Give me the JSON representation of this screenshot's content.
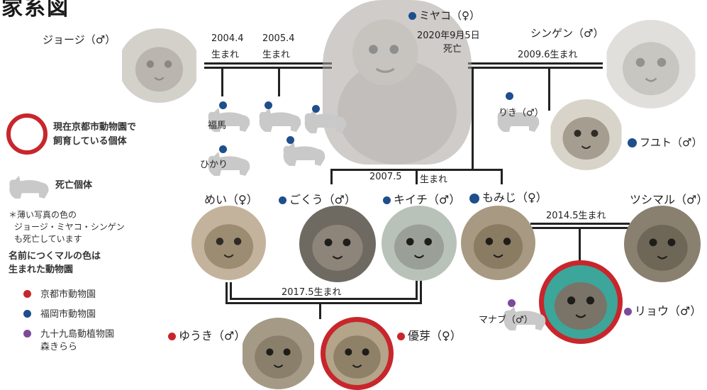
{
  "title": "家系図",
  "colors": {
    "kyoto": "#c8262c",
    "fukuoka": "#1f4e8c",
    "kujukushima": "#7b4b9a",
    "ring": "#c8262c"
  },
  "parents": {
    "george": {
      "name": "ジョージ（♂）"
    },
    "miyako": {
      "name": "ミヤコ（♀）",
      "death": "2020年9月5日",
      "death2": "死亡"
    },
    "shingen": {
      "name": "シンゲン（♂）"
    }
  },
  "dates": {
    "d1a": "2004.4",
    "d1b": "生まれ",
    "d2a": "2005.4",
    "d2b": "生まれ",
    "d3": "2009.6生まれ",
    "d4a": "2007.5",
    "d4b": "生まれ",
    "d5": "2014.5生まれ",
    "d6": "2017.5生まれ"
  },
  "deceased_siblings": {
    "fukuma": "福馬",
    "hikari": "ひかり",
    "riki": "りき（♂）",
    "manabu": "マナブ（♂）"
  },
  "children": {
    "mei": "めい（♀）",
    "gokuu": "ごくう（♂）",
    "kiichi": "キイチ（♂）",
    "momiji": "もみじ（♀）",
    "tsushimaru": "ツシマル（♂）",
    "futo": "フユト（♂）",
    "yuuki": "ゆうき（♂）",
    "yuga": "優芽（♀）",
    "ryou": "リョウ（♂）"
  },
  "legend": {
    "ring_line1": "現在京都市動物園で",
    "ring_line2": "飼育している個体",
    "deceased": "死亡個体",
    "note1": "＊薄い写真の色の",
    "note2": "ジョージ・ミヤコ・シンゲン",
    "note3": "も死亡しています",
    "color_title1": "名前につくマルの色は",
    "color_title2": "生まれた動物園",
    "zoo1": "京都市動物園",
    "zoo2": "福岡市動物園",
    "zoo3a": "九十九島動植物園",
    "zoo3b": "森きらら"
  }
}
